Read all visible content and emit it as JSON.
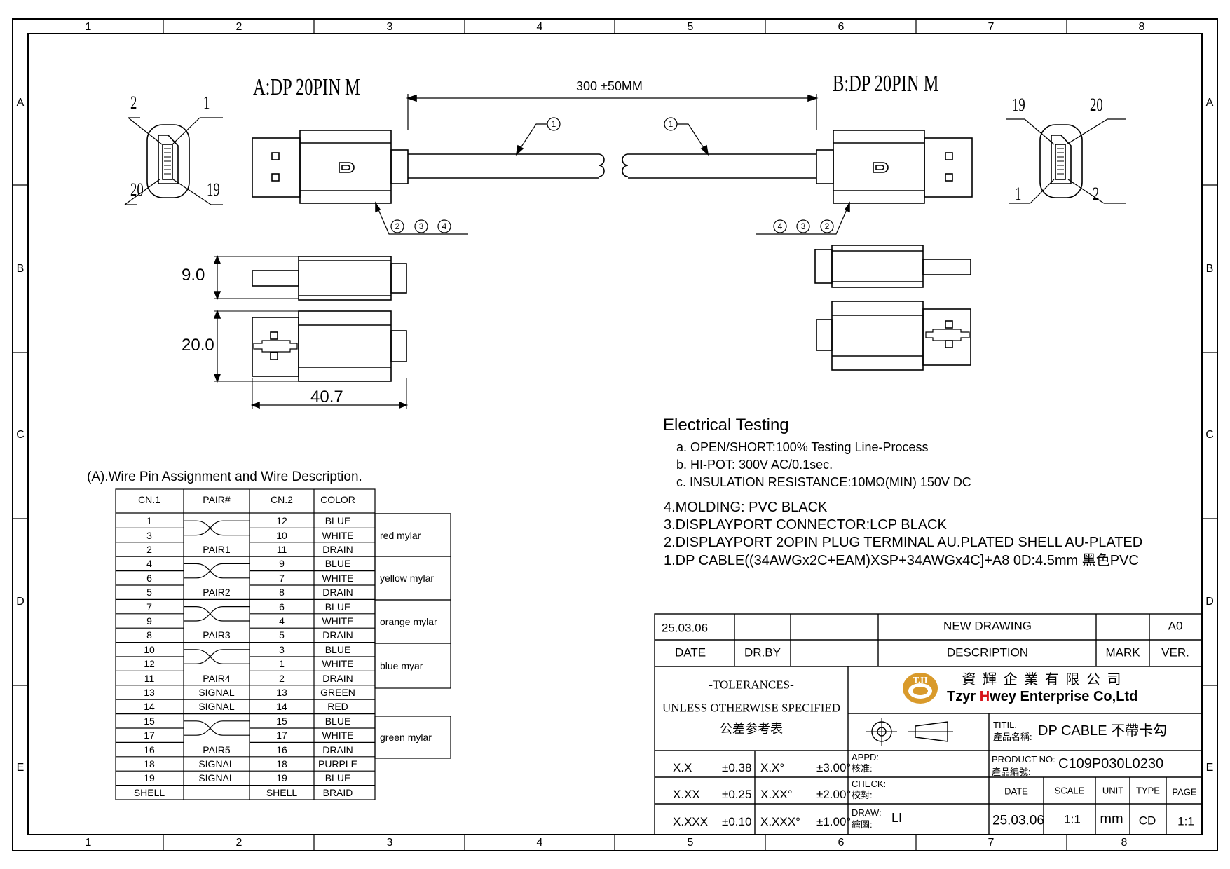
{
  "ruler": {
    "top": [
      "1",
      "2",
      "3",
      "4",
      "5",
      "6",
      "7",
      "8"
    ],
    "bottom": [
      "1",
      "2",
      "3",
      "4",
      "5",
      "6",
      "7",
      "8"
    ],
    "rows": [
      "A",
      "B",
      "C",
      "D",
      "E"
    ]
  },
  "connector_a": {
    "title": "A:DP 20PIN M",
    "pins": {
      "tl": "2",
      "tr": "1",
      "bl": "20",
      "br": "19"
    }
  },
  "connector_b": {
    "title": "B:DP 20PIN M",
    "pins": {
      "tl": "19",
      "tr": "20",
      "bl": "1",
      "br": "2"
    }
  },
  "callouts": {
    "one": "1",
    "two": "2",
    "three": "3",
    "four": "4"
  },
  "length": "300 ±50MM",
  "dims": {
    "height": "9.0",
    "width": "20.0",
    "length": "40.7"
  },
  "electrical": {
    "title": "Electrical Testing",
    "items": [
      "a. OPEN/SHORT:100% Testing Line-Process",
      "b. HI-POT: 300V AC/0.1sec.",
      "c. INSULATION RESISTANCE:10MΩ(MIN) 150V DC"
    ]
  },
  "notes": [
    "4.MOLDING: PVC BLACK",
    "3.DISPLAYPORT CONNECTOR:LCP BLACK",
    "2.DISPLAYPORT 2OPIN PLUG TERMINAL AU.PLATED SHELL AU-PLATED",
    "1.DP CABLE((34AWGx2C+EAM)XSP+34AWGx4C]+A8 0D:4.5mm 黑色PVC"
  ],
  "wire_table": {
    "title": "(A).Wire Pin Assignment and Wire Description.",
    "headers": [
      "CN.1",
      "PAIR#",
      "CN.2",
      "COLOR"
    ],
    "rows": [
      {
        "cn1": "1",
        "pair": "",
        "cn2": "12",
        "color": "BLUE"
      },
      {
        "cn1": "3",
        "pair": "",
        "cn2": "10",
        "color": "WHITE"
      },
      {
        "cn1": "2",
        "pair": "PAIR1",
        "cn2": "11",
        "color": "DRAIN"
      },
      {
        "cn1": "4",
        "pair": "",
        "cn2": "9",
        "color": "BLUE"
      },
      {
        "cn1": "6",
        "pair": "",
        "cn2": "7",
        "color": "WHITE"
      },
      {
        "cn1": "5",
        "pair": "PAIR2",
        "cn2": "8",
        "color": "DRAIN"
      },
      {
        "cn1": "7",
        "pair": "",
        "cn2": "6",
        "color": "BLUE"
      },
      {
        "cn1": "9",
        "pair": "",
        "cn2": "4",
        "color": "WHITE"
      },
      {
        "cn1": "8",
        "pair": "PAIR3",
        "cn2": "5",
        "color": "DRAIN"
      },
      {
        "cn1": "10",
        "pair": "",
        "cn2": "3",
        "color": "BLUE"
      },
      {
        "cn1": "12",
        "pair": "",
        "cn2": "1",
        "color": "WHITE"
      },
      {
        "cn1": "11",
        "pair": "PAIR4",
        "cn2": "2",
        "color": "DRAIN"
      },
      {
        "cn1": "13",
        "pair": "SIGNAL",
        "cn2": "13",
        "color": "GREEN"
      },
      {
        "cn1": "14",
        "pair": "SIGNAL",
        "cn2": "14",
        "color": "RED"
      },
      {
        "cn1": "15",
        "pair": "",
        "cn2": "15",
        "color": "BLUE"
      },
      {
        "cn1": "17",
        "pair": "",
        "cn2": "17",
        "color": "WHITE"
      },
      {
        "cn1": "16",
        "pair": "PAIR5",
        "cn2": "16",
        "color": "DRAIN"
      },
      {
        "cn1": "18",
        "pair": "SIGNAL",
        "cn2": "18",
        "color": "PURPLE"
      },
      {
        "cn1": "19",
        "pair": "SIGNAL",
        "cn2": "19",
        "color": "BLUE"
      },
      {
        "cn1": "SHELL",
        "pair": "",
        "cn2": "SHELL",
        "color": "BRAID"
      }
    ],
    "mylars": [
      "red mylar",
      "yellow mylar",
      "orange mylar",
      "blue myar",
      "green mylar"
    ]
  },
  "revision": {
    "date": "25.03.06",
    "drby": "",
    "description": "NEW  DRAWING",
    "mark": "",
    "ver": "A0",
    "labels": {
      "date": "DATE",
      "drby": "DR.BY",
      "description": "DESCRIPTION",
      "mark": "MARK",
      "ver": "VER."
    }
  },
  "tolerances": {
    "title": "-TOLERANCES-",
    "subtitle": "UNLESS OTHERWISE SPECIFIED",
    "cn": "公差参考表",
    "rows": [
      {
        "a": "X.X",
        "av": "±0.38",
        "b": "X.X°",
        "bv": "±3.00°"
      },
      {
        "a": "X.XX",
        "av": "±0.25",
        "b": "X.XX°",
        "bv": "±2.00°"
      },
      {
        "a": "X.XXX",
        "av": "±0.10",
        "b": "X.XXX°",
        "bv": "±1.00°"
      }
    ]
  },
  "company": {
    "logo": "T.H",
    "name_cn": "資 輝 企 業 有 限 公 司",
    "name_en_1": "Tzyr ",
    "name_en_h": "H",
    "name_en_2": "wey Enterprise Co,Ltd"
  },
  "title_block": {
    "titil_label": "TITIL.",
    "titil_cn": "產品名稱:",
    "titil": "DP CABLE 不帶卡勾",
    "product_label": "PRODUCT NO:",
    "product_cn": "產品編號:",
    "product_no": "C109P030L0230",
    "appd": "APPD:",
    "appd_cn": "核准:",
    "check": "CHECK:",
    "check_cn": "校對:",
    "draw": "DRAW:",
    "draw_cn": "繪圖:",
    "draw_name": "LI",
    "date_h": "DATE",
    "scale_h": "SCALE",
    "unit_h": "UNIT",
    "type_h": "TYPE",
    "page_h": "PAGE",
    "date": "25.03.06",
    "scale": "1:1",
    "unit": "mm",
    "type": "CD",
    "page": "1:1"
  },
  "colors": {
    "ink": "#000000",
    "logo_gold": "#d99a2b",
    "brand_red": "#d7141a"
  }
}
